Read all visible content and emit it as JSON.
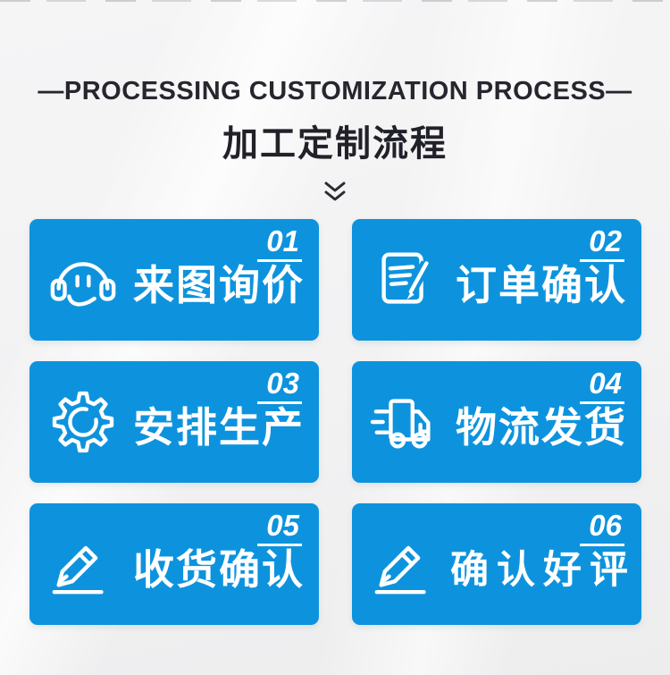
{
  "header": {
    "title_en": "—PROCESSING CUSTOMIZATION PROCESS—",
    "title_zh": "加工定制流程",
    "divider_icon": "double-chevron-down-icon"
  },
  "steps": [
    {
      "number": "01",
      "label": "来图询价",
      "icon": "headset-icon"
    },
    {
      "number": "02",
      "label": "订单确认",
      "icon": "order-document-icon"
    },
    {
      "number": "03",
      "label": "安排生产",
      "icon": "gear-icon"
    },
    {
      "number": "04",
      "label": "物流发货",
      "icon": "delivery-truck-icon"
    },
    {
      "number": "05",
      "label": "收货确认",
      "icon": "pencil-icon"
    },
    {
      "number": "06",
      "label": "确认好评",
      "icon": "pencil-icon"
    }
  ],
  "colors": {
    "card_blue": "#0d93de",
    "title_dark": "#26262e",
    "text_white": "#ffffff",
    "background": "#f3f3f4"
  }
}
